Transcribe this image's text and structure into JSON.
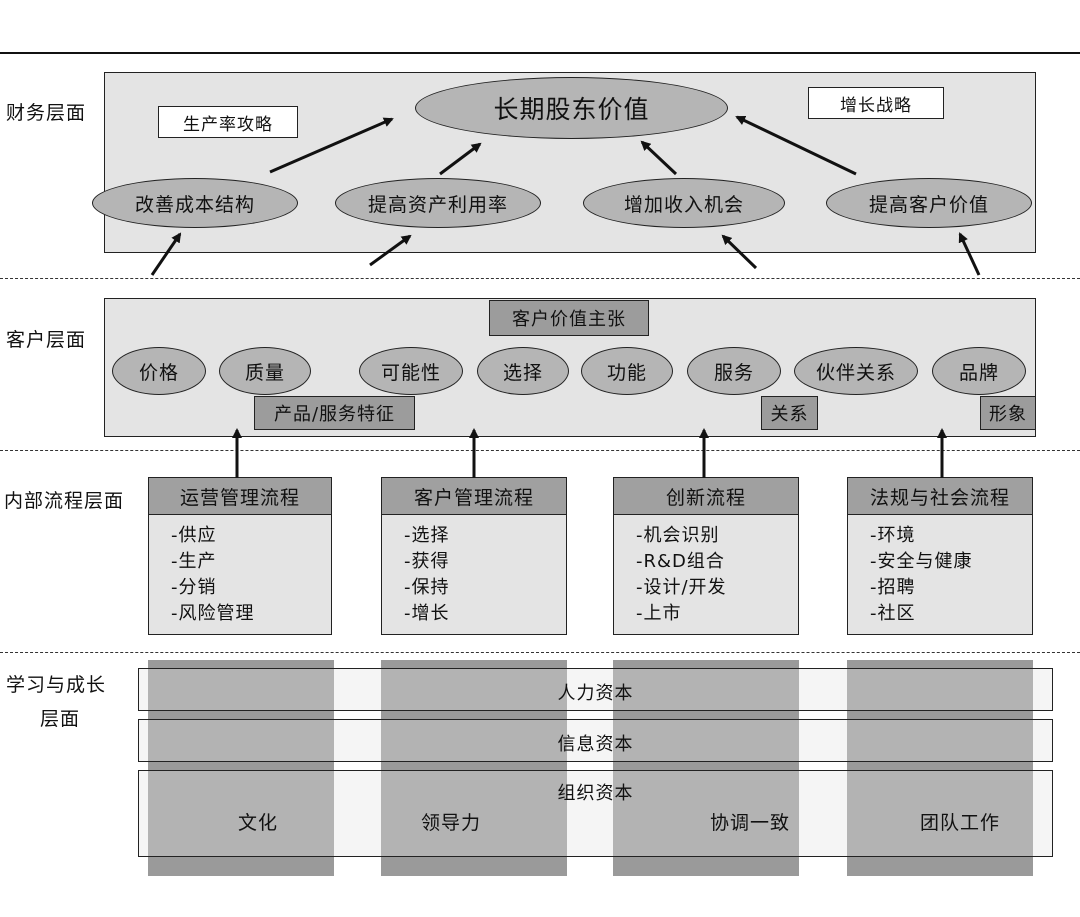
{
  "layers": {
    "financial": "财务层面",
    "customer": "客户层面",
    "internal": "内部流程层面",
    "learning_line1": "学习与成长",
    "learning_line2": "层面"
  },
  "financial": {
    "goal": "长期股东价值",
    "strategy_left": "生产率攻略",
    "strategy_right": "增长战略",
    "items": [
      "改善成本结构",
      "提高资产利用率",
      "增加收入机会",
      "提高客户价值"
    ]
  },
  "customer": {
    "value_prop": "客户价值主张",
    "items": [
      "价格",
      "质量",
      "可能性",
      "选择",
      "功能",
      "服务",
      "伙伴关系",
      "品牌"
    ],
    "tag_product": "产品/服务特征",
    "tag_relation": "关系",
    "tag_image": "形象"
  },
  "processes": [
    {
      "title": "运营管理流程",
      "items": [
        "-供应",
        "-生产",
        "-分销",
        "-风险管理"
      ]
    },
    {
      "title": "客户管理流程",
      "items": [
        "-选择",
        "-获得",
        "-保持",
        "-增长"
      ]
    },
    {
      "title": "创新流程",
      "items": [
        "-机会识别",
        "-R&D组合",
        "-设计/开发",
        "-上市"
      ]
    },
    {
      "title": "法规与社会流程",
      "items": [
        "-环境",
        "-安全与健康",
        "-招聘",
        "-社区"
      ]
    }
  ],
  "learning": {
    "capitals": [
      "人力资本",
      "信息资本",
      "组织资本"
    ],
    "culture_items": [
      "文化",
      "领导力",
      "协调一致",
      "团队工作"
    ]
  }
}
